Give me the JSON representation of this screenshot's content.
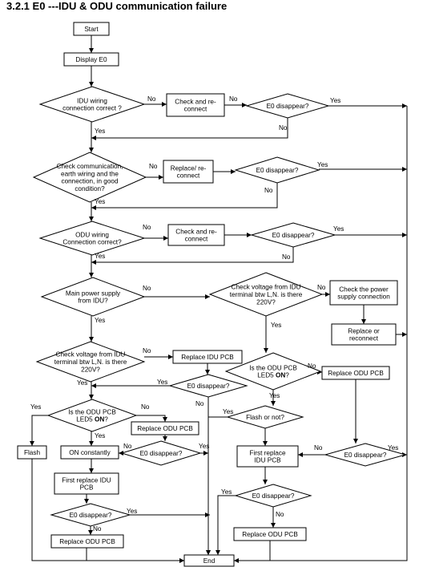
{
  "heading": "3.2.1 E0 ---IDU & ODU communication failure",
  "nodes": {
    "start": [
      "Start"
    ],
    "display": [
      "Display E0"
    ],
    "d1": [
      "IDU wiring",
      "connection correct ?"
    ],
    "r1": [
      "Check and re-",
      "connect"
    ],
    "d1b": [
      "E0 disappear?"
    ],
    "d2": [
      "Check communication,",
      "earth wiring and the",
      "connection, in good",
      "condition?"
    ],
    "r2": [
      "Replace/  re-",
      "connect"
    ],
    "d2b": [
      "E0 disappear?"
    ],
    "d3": [
      "ODU wiring",
      "Connection correct?"
    ],
    "r3": [
      "Check and re-",
      "connect"
    ],
    "d3b": [
      "E0 disappear?"
    ],
    "d4": [
      "Main power supply",
      "from IDU?"
    ],
    "d5": [
      "Check voltage from IDU",
      "terminal btw L,N. is there",
      "220V?"
    ],
    "r5": [
      "Check the power",
      "supply connection"
    ],
    "r5b": [
      "Replace or",
      "reconnect"
    ],
    "d6": [
      "Check voltage from IDU",
      "terminal btw L,N. is there",
      "220V?"
    ],
    "r6": [
      "Replace IDU PCB"
    ],
    "d6b": [
      "E0 disappear?"
    ],
    "d7": [
      "Is the ODU PCB",
      "LED5 |ON|?"
    ],
    "r7": [
      "Replace ODU PCB"
    ],
    "d8": [
      "Is the ODU PCB",
      "LED5 |ON|?"
    ],
    "r8": [
      "Replace ODU PCB"
    ],
    "flash": [
      "Flash"
    ],
    "on": [
      "ON constantly"
    ],
    "d9": [
      "E0 disappear?"
    ],
    "d10": [
      "Flash or not?"
    ],
    "r10": [
      "First replace",
      "IDU PCB"
    ],
    "d11": [
      "E0 disappear?"
    ],
    "r11": [
      "First replace IDU",
      "PCB"
    ],
    "d12": [
      "E0 disappear?"
    ],
    "r12": [
      "Replace ODU PCB"
    ],
    "d13": [
      "E0 disappear?"
    ],
    "r13": [
      "Replace ODU PCB"
    ],
    "end": [
      "End"
    ]
  },
  "edge_labels": {
    "yes": "Yes",
    "no": "No"
  }
}
